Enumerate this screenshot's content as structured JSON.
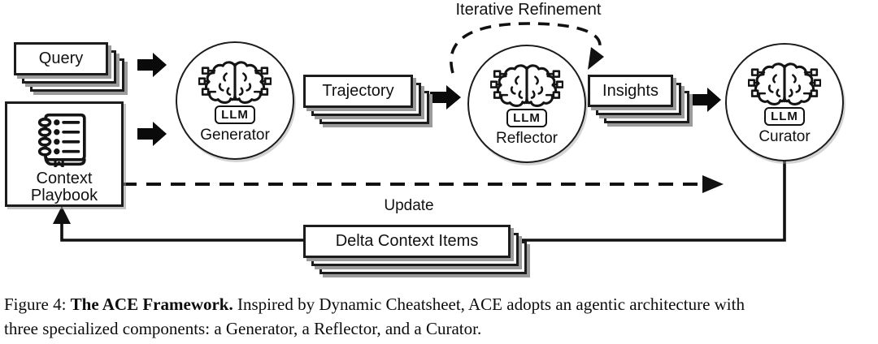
{
  "nodes": {
    "query": {
      "label": "Query"
    },
    "context_playbook": {
      "label_line1": "Context",
      "label_line2": "Playbook"
    },
    "generator": {
      "badge": "LLM",
      "label": "Generator"
    },
    "trajectory": {
      "label": "Trajectory"
    },
    "reflector": {
      "badge": "LLM",
      "label": "Reflector"
    },
    "insights": {
      "label": "Insights"
    },
    "curator": {
      "badge": "LLM",
      "label": "Curator"
    },
    "delta": {
      "label": "Delta Context Items"
    }
  },
  "edges": {
    "iterative_refinement": {
      "label": "Iterative Refinement",
      "style": "dashed-arc"
    },
    "update": {
      "label": "Update",
      "style": "dashed-arrow"
    },
    "return_path": {
      "style": "solid-elbow-arrow"
    }
  },
  "icons": {
    "llm_brain": "brain-circuit-icon",
    "playbook": "notebook-list-icon",
    "flow_arrow": "block-arrow-icon"
  },
  "colors": {
    "ink": "#111111",
    "shadow": "#9b9b9b",
    "background": "#ffffff"
  },
  "caption": {
    "prefix": "Figure 4:",
    "title": "The ACE Framework.",
    "line1_rest": "Inspired by Dynamic Cheatsheet, ACE adopts an agentic architecture with",
    "line2": "three specialized components: a Generator, a Reflector, and a Curator."
  }
}
